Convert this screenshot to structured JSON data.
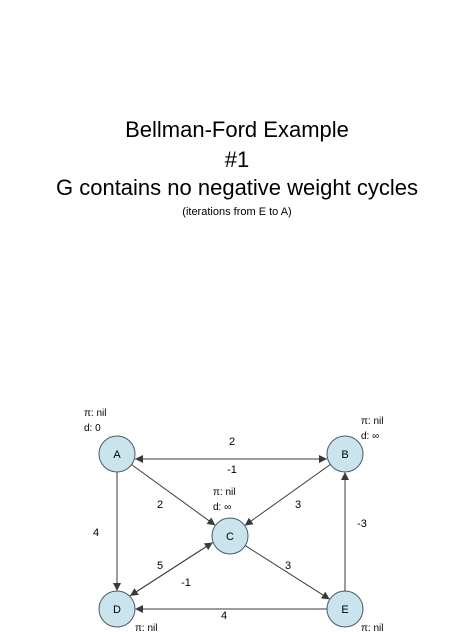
{
  "slide": {
    "title_line1": "Bellman-Ford Example",
    "title_line2": "#1",
    "title_line3": "G contains no negative weight cycles",
    "subtitle": "(iterations from E to A)"
  },
  "graph": {
    "node_fill": "#c9e4ec",
    "node_stroke": "#4a5a66",
    "nodes": [
      {
        "id": "A",
        "label": "A",
        "pi_text": "π: nil",
        "d_text": "d: 0"
      },
      {
        "id": "B",
        "label": "B",
        "pi_text": "π: nil",
        "d_text": "d: ∞"
      },
      {
        "id": "C",
        "label": "C",
        "pi_text": "π: nil",
        "d_text": "d: ∞"
      },
      {
        "id": "D",
        "label": "D",
        "pi_text": "π: nil",
        "d_text": ""
      },
      {
        "id": "E",
        "label": "E",
        "pi_text": "π: nil",
        "d_text": ""
      }
    ],
    "edges": [
      {
        "from": "B",
        "to": "A",
        "weight": "2"
      },
      {
        "from": "A",
        "to": "B",
        "weight": "-1"
      },
      {
        "from": "A",
        "to": "C",
        "weight": "2"
      },
      {
        "from": "B",
        "to": "C",
        "weight": "3"
      },
      {
        "from": "A",
        "to": "D",
        "weight": "4"
      },
      {
        "from": "D",
        "to": "C",
        "weight": "5"
      },
      {
        "from": "C",
        "to": "D",
        "weight": "-1"
      },
      {
        "from": "C",
        "to": "E",
        "weight": "3"
      },
      {
        "from": "E",
        "to": "B",
        "weight": "-3"
      },
      {
        "from": "E",
        "to": "D",
        "weight": "4"
      }
    ]
  }
}
